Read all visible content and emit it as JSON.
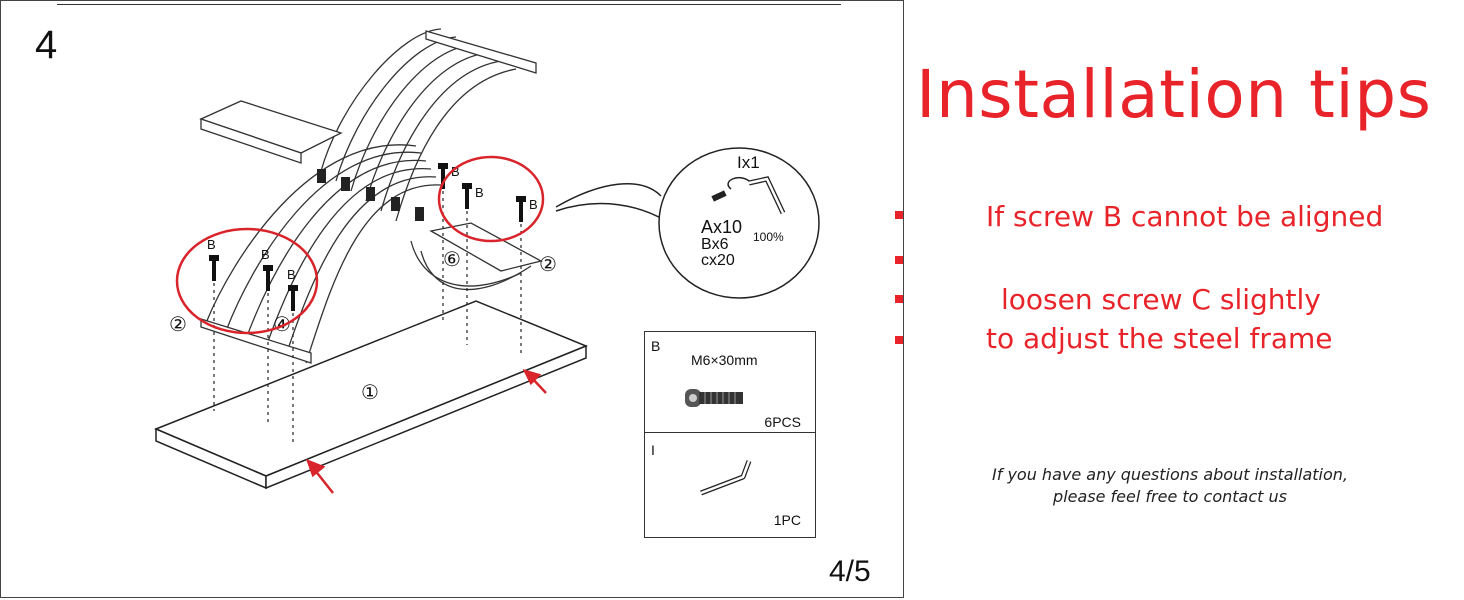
{
  "manual": {
    "step_number": "4",
    "page_indicator": "4/5",
    "callout": {
      "tool_label": "Ix1",
      "parts_line1": "Ax10",
      "parts_line2": "Bx6",
      "parts_line3": "cx20",
      "torque": "100%"
    },
    "screw_labels": [
      "B",
      "B",
      "B",
      "B",
      "B",
      "B"
    ],
    "part_numbers": [
      "①",
      "②",
      "②",
      "④",
      "⑥"
    ],
    "legend": {
      "screw": {
        "tag": "B",
        "spec": "M6×30mm",
        "qty": "6PCS"
      },
      "key": {
        "tag": "I",
        "qty": "1PC"
      }
    }
  },
  "tips": {
    "title": "Installation tips",
    "line1": "If screw B cannot be aligned",
    "line2": "loosen screw C slightly",
    "line3": "to adjust the steel frame",
    "note_line1": "If you have any questions about installation,",
    "note_line2": "please feel free to contact us"
  },
  "colors": {
    "accent": "#e8242a",
    "ink": "#111111"
  }
}
